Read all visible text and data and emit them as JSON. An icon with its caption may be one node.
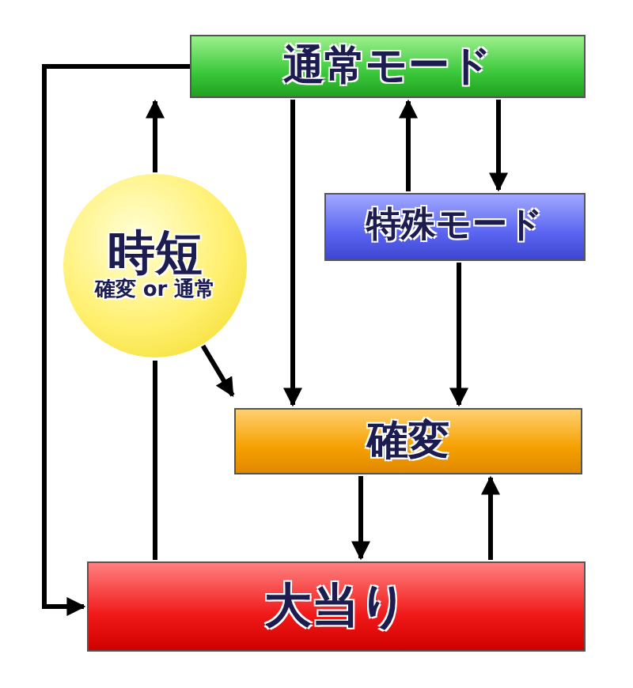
{
  "diagram": {
    "nodes": [
      {
        "text": [
          "通常モード"
        ]
      },
      {
        "text": [
          "特殊モード"
        ]
      },
      {
        "text": [
          "時短",
          "確変 or 通常"
        ]
      },
      {
        "text": [
          "確変"
        ]
      },
      {
        "text": [
          "大当り"
        ]
      }
    ],
    "edges": [
      {
        "from": 0,
        "to": 4,
        "arrow": "to"
      },
      {
        "from": 4,
        "to": 2,
        "arrow": "none"
      },
      {
        "from": 2,
        "to": 0,
        "arrow": "to"
      },
      {
        "from": 2,
        "to": 3,
        "arrow": "to"
      },
      {
        "from": 0,
        "to": 3,
        "arrow": "to"
      },
      {
        "from": 1,
        "to": 0,
        "arrow": "to"
      },
      {
        "from": 0,
        "to": 1,
        "arrow": "to"
      },
      {
        "from": 1,
        "to": 3,
        "arrow": "to"
      },
      {
        "from": 3,
        "to": 4,
        "arrow": "to"
      },
      {
        "from": 4,
        "to": 3,
        "arrow": "to"
      }
    ]
  }
}
